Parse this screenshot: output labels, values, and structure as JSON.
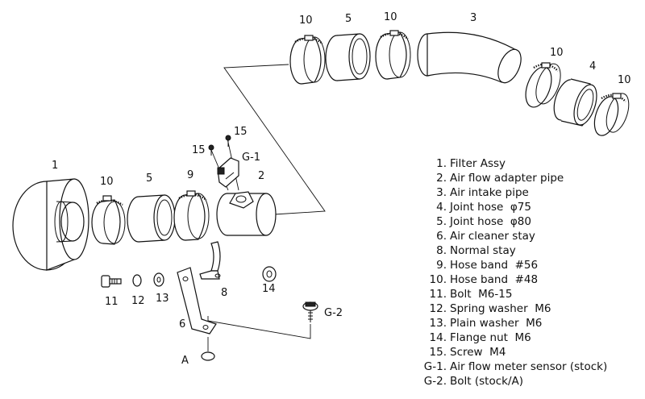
{
  "callouts": {
    "c1": "1",
    "c2": "2",
    "c3": "3",
    "c4": "4",
    "c5a": "5",
    "c5b": "5",
    "c6": "6",
    "c8": "8",
    "c9": "9",
    "c10a": "10",
    "c10b": "10",
    "c10c": "10",
    "c10d": "10",
    "c10e": "10",
    "c11": "11",
    "c12": "12",
    "c13": "13",
    "c14": "14",
    "c15a": "15",
    "c15b": "15",
    "cG1": "G-1",
    "cG2": "G-2",
    "cA": "A"
  },
  "parts": [
    {
      "num": "1.",
      "name": "Filter Assy"
    },
    {
      "num": "2.",
      "name": "Air flow adapter pipe"
    },
    {
      "num": "3.",
      "name": "Air intake pipe"
    },
    {
      "num": "4.",
      "name": "Joint hose  φ75"
    },
    {
      "num": "5.",
      "name": "Joint hose  φ80"
    },
    {
      "num": "6.",
      "name": "Air cleaner stay"
    },
    {
      "num": "8.",
      "name": "Normal stay"
    },
    {
      "num": "9.",
      "name": "Hose band  #56"
    },
    {
      "num": "10.",
      "name": "Hose band  #48"
    },
    {
      "num": "11.",
      "name": "Bolt  M6-15"
    },
    {
      "num": "12.",
      "name": "Spring washer  M6"
    },
    {
      "num": "13.",
      "name": "Plain washer  M6"
    },
    {
      "num": "14.",
      "name": "Flange nut  M6"
    },
    {
      "num": "15.",
      "name": "Screw  M4"
    },
    {
      "num": "G-1.",
      "name": "Air flow meter sensor (stock)"
    },
    {
      "num": "G-2.",
      "name": "Bolt (stock/A)"
    }
  ]
}
